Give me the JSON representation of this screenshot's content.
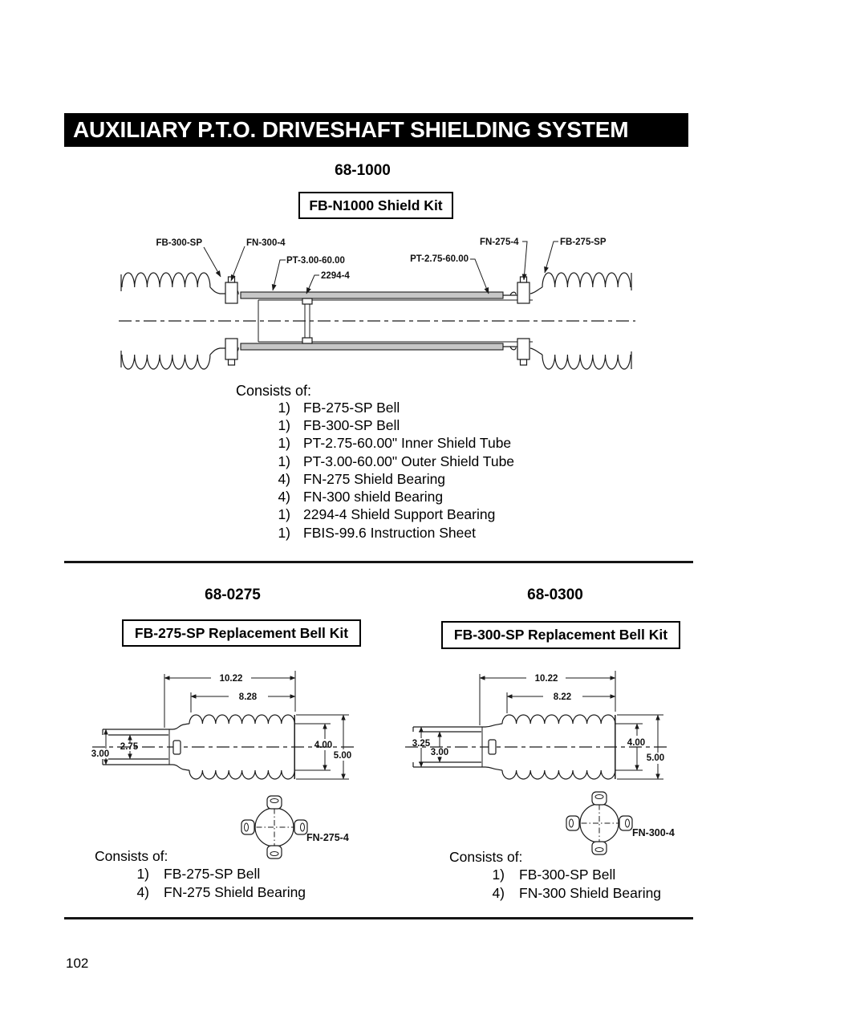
{
  "header": {
    "title": "AUXILIARY P.T.O. DRIVESHAFT SHIELDING SYSTEM"
  },
  "footer": {
    "page_number": "102"
  },
  "main_kit": {
    "part_number": "68-1000",
    "kit_name": "FB-N1000 Shield Kit",
    "labels": {
      "bell_left": "FB-300-SP",
      "bearing_left": "FN-300-4",
      "outer_tube": "PT-3.00-60.00",
      "support_bearing": "2294-4",
      "inner_tube": "PT-2.75-60.00",
      "bearing_right": "FN-275-4",
      "bell_right": "FB-275-SP"
    },
    "consists_heading": "Consists of:",
    "contents": [
      {
        "qty": "1)",
        "desc": "FB-275-SP Bell"
      },
      {
        "qty": "1)",
        "desc": "FB-300-SP Bell"
      },
      {
        "qty": "1)",
        "desc": "PT-2.75-60.00\" Inner Shield Tube"
      },
      {
        "qty": "1)",
        "desc": "PT-3.00-60.00\" Outer Shield Tube"
      },
      {
        "qty": "4)",
        "desc": "FN-275 Shield Bearing"
      },
      {
        "qty": "4)",
        "desc": "FN-300 shield Bearing"
      },
      {
        "qty": "1)",
        "desc": "2294-4 Shield Support Bearing"
      },
      {
        "qty": "1)",
        "desc": "FBIS-99.6 Instruction Sheet"
      }
    ]
  },
  "kit_275": {
    "part_number": "68-0275",
    "kit_name": "FB-275-SP Replacement Bell Kit",
    "dims": {
      "overall_length": "10.22",
      "bellows_length": "8.28",
      "inner_diameter": "2.75",
      "outer_diameter": "3.00",
      "shield_diameter": "4.00",
      "bell_diameter": "5.00"
    },
    "bearing_label": "FN-275-4",
    "consists_heading": "Consists of:",
    "contents": [
      {
        "qty": "1)",
        "desc": "FB-275-SP Bell"
      },
      {
        "qty": "4)",
        "desc": "FN-275 Shield Bearing"
      }
    ]
  },
  "kit_300": {
    "part_number": "68-0300",
    "kit_name": "FB-300-SP Replacement Bell Kit",
    "dims": {
      "overall_length": "10.22",
      "bellows_length": "8.22",
      "inner_diameter": "3.00",
      "outer_diameter": "3.25",
      "shield_diameter": "4.00",
      "bell_diameter": "5.00"
    },
    "bearing_label": "FN-300-4",
    "consists_heading": "Consists of:",
    "contents": [
      {
        "qty": "1)",
        "desc": "FB-300-SP Bell"
      },
      {
        "qty": "4)",
        "desc": "FN-300 Shield Bearing"
      }
    ]
  }
}
